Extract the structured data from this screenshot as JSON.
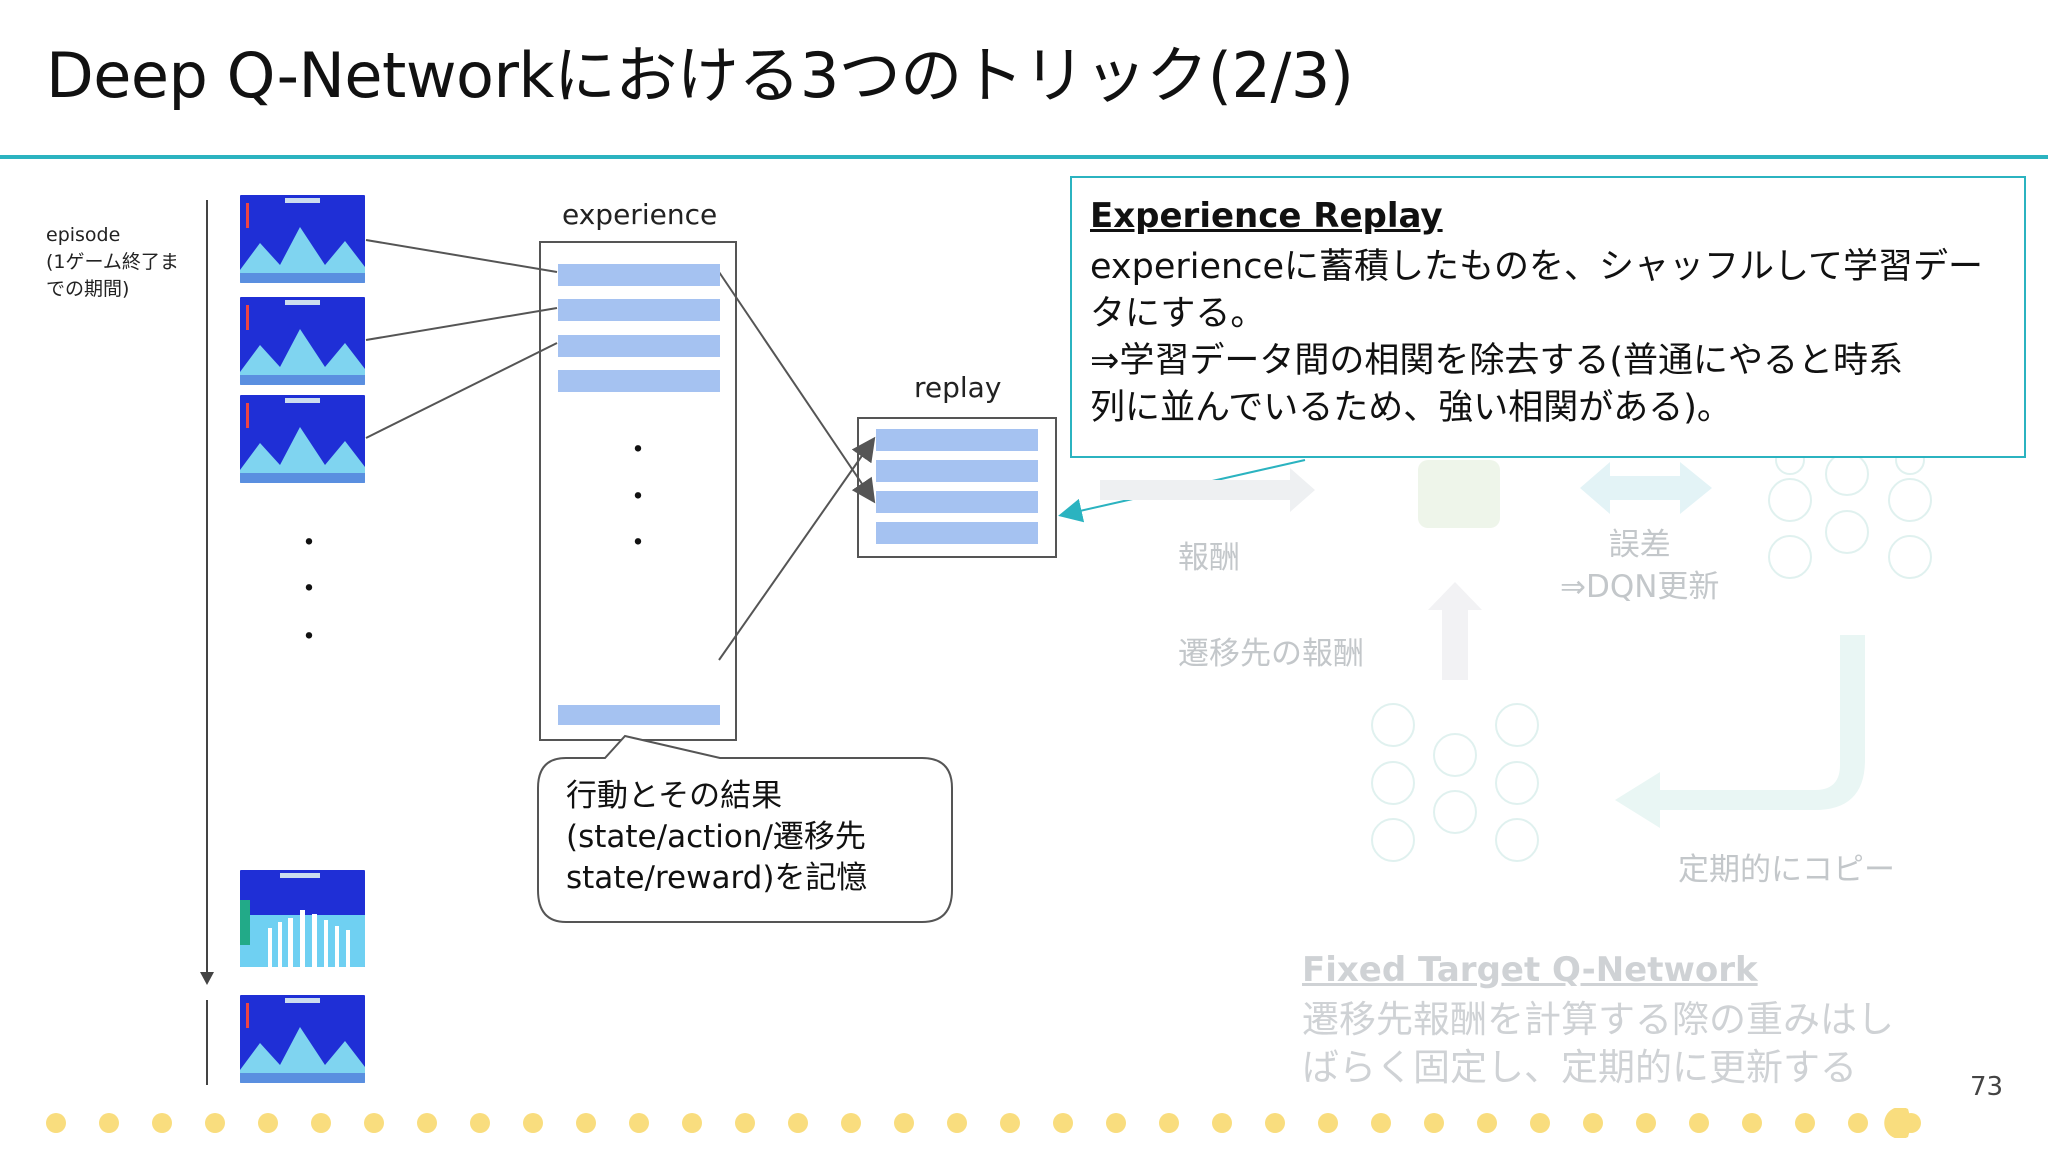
{
  "slide": {
    "title": "Deep Q-Networkにおける3つのトリック(2/3)",
    "page_number": "73"
  },
  "left": {
    "episode_label": "episode\n(1ゲーム終了ま\nでの期間)",
    "experience_label": "experience",
    "replay_label": "replay",
    "ellipsis": "・",
    "callout_text": "行動とその結果\n(state/action/遷移先\nstate/reward)を記憶"
  },
  "experience_replay": {
    "title": "Experience Replay",
    "body": "experienceに蓄積したものを、シャッフルして学習デー\nタにする。\n⇒学習データ間の相関を除去する(普通にやると時系\n列に並んでいるため、強い相関がある)。"
  },
  "faded_background": {
    "reward": "報酬",
    "error": "誤差\n⇒DQN更新",
    "next_reward": "遷移先の報酬",
    "periodic_copy": "定期的にコピー",
    "fixed_title": "Fixed Target Q-Network",
    "fixed_body": "遷移先報酬を計算する際の重みはし\nばらく固定し、定期的に更新する"
  },
  "colors": {
    "accent": "#2bb3c0",
    "bar": "#a5c2f1",
    "progress_dot": "#f9dd7e",
    "game_sky": "#1f2fd6",
    "game_mountain": "#7fd4f0"
  },
  "icons": {
    "pacman": "pacman-icon"
  }
}
